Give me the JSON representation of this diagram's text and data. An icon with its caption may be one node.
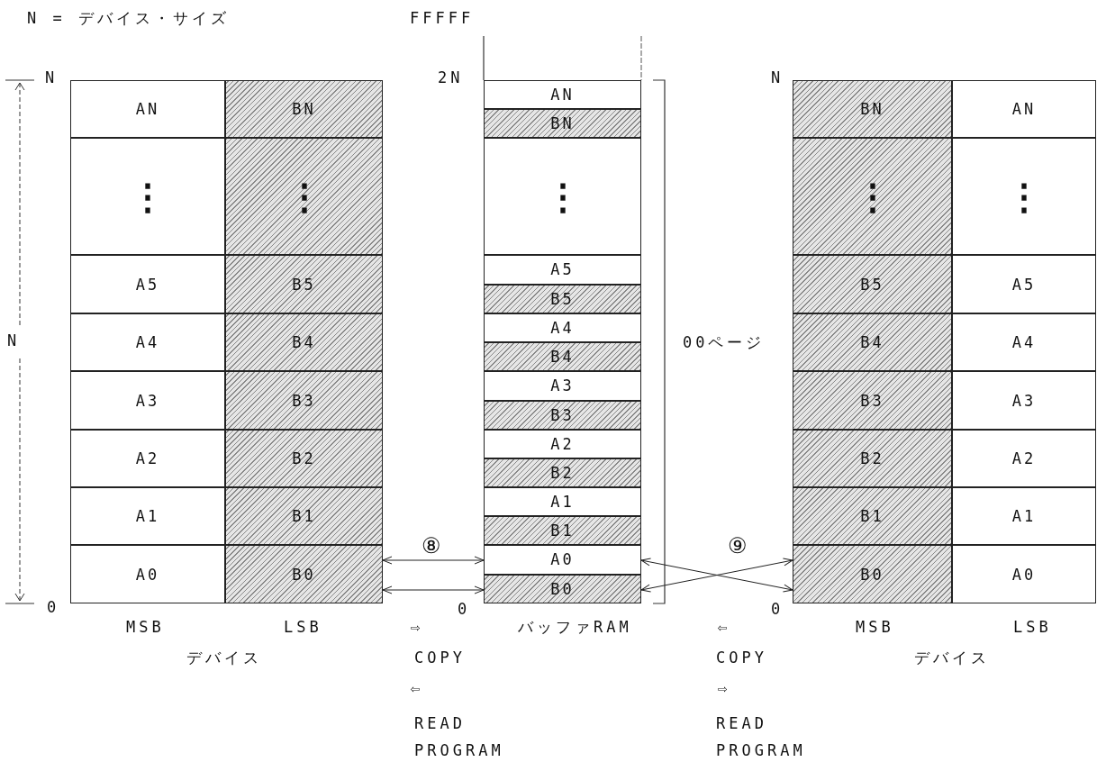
{
  "diagram": {
    "nodes": [
      {
        "text": [
          "AN"
        ]
      },
      {
        "text": [
          "BN"
        ]
      },
      {
        "text": [
          "⋮"
        ]
      },
      {
        "text": [
          "⋮"
        ]
      },
      {
        "text": [
          "A5"
        ]
      },
      {
        "text": [
          "B5"
        ]
      },
      {
        "text": [
          "A4"
        ]
      },
      {
        "text": [
          "B4"
        ]
      },
      {
        "text": [
          "A3"
        ]
      },
      {
        "text": [
          "B3"
        ]
      },
      {
        "text": [
          "A2"
        ]
      },
      {
        "text": [
          "B2"
        ]
      },
      {
        "text": [
          "A1"
        ]
      },
      {
        "text": [
          "B1"
        ]
      },
      {
        "text": [
          "A0"
        ]
      },
      {
        "text": [
          "B0"
        ]
      },
      {
        "text": [
          "AN"
        ]
      },
      {
        "text": [
          "BN"
        ]
      },
      {
        "text": [
          "⋮"
        ]
      },
      {
        "text": [
          "A5"
        ]
      },
      {
        "text": [
          "B5"
        ]
      },
      {
        "text": [
          "A4"
        ]
      },
      {
        "text": [
          "B4"
        ]
      },
      {
        "text": [
          "A3"
        ]
      },
      {
        "text": [
          "B3"
        ]
      },
      {
        "text": [
          "A2"
        ]
      },
      {
        "text": [
          "B2"
        ]
      },
      {
        "text": [
          "A1"
        ]
      },
      {
        "text": [
          "B1"
        ]
      },
      {
        "text": [
          "A0"
        ]
      },
      {
        "text": [
          "B0"
        ]
      },
      {
        "text": [
          "BN"
        ]
      },
      {
        "text": [
          "AN"
        ]
      },
      {
        "text": [
          "⋮"
        ]
      },
      {
        "text": [
          "⋮"
        ]
      },
      {
        "text": [
          "B5"
        ]
      },
      {
        "text": [
          "A5"
        ]
      },
      {
        "text": [
          "B4"
        ]
      },
      {
        "text": [
          "A4"
        ]
      },
      {
        "text": [
          "B3"
        ]
      },
      {
        "text": [
          "A3"
        ]
      },
      {
        "text": [
          "B2"
        ]
      },
      {
        "text": [
          "A2"
        ]
      },
      {
        "text": [
          "B1"
        ]
      },
      {
        "text": [
          "A1"
        ]
      },
      {
        "text": [
          "B0"
        ]
      },
      {
        "text": [
          "A0"
        ]
      }
    ],
    "edges": [
      {
        "from": 15,
        "to": 29,
        "arrow": "both"
      },
      {
        "from": 15,
        "to": 30,
        "arrow": "both"
      },
      {
        "from": 29,
        "to": 45,
        "arrow": "both"
      },
      {
        "from": 30,
        "to": 45,
        "arrow": "both"
      }
    ],
    "labels": [
      "N = デバイス・サイズ",
      "FFFFF",
      "N",
      "2N",
      "N",
      "N",
      "00ページ",
      "⑧",
      "⑨",
      "0",
      "0",
      "0",
      "MSB",
      "LSB",
      "⇨",
      "バッファRAM",
      "⇦",
      "MSB",
      "LSB",
      "デバイス",
      "COPY",
      "COPY",
      "デバイス",
      "⇦",
      "⇨",
      "READ PROGRAM",
      "READ PROGRAM"
    ]
  }
}
